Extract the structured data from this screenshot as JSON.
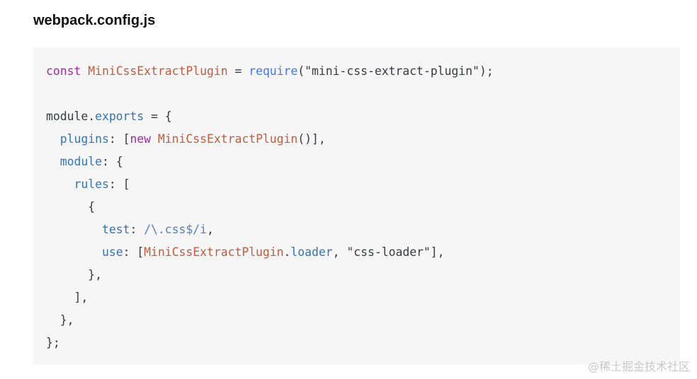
{
  "file_title": "webpack.config.js",
  "colors": {
    "code_background": "#f6f6f6",
    "keyword": "#a626a4",
    "constant": "#c45c3c",
    "function": "#4078f2",
    "property": "#2f74c0",
    "string": "#50a14f",
    "plain": "#383a42"
  },
  "code_lines": [
    [
      {
        "t": "const",
        "k": "keyword"
      },
      {
        "t": " ",
        "k": "plain"
      },
      {
        "t": "MiniCssExtractPlugin",
        "k": "const"
      },
      {
        "t": " = ",
        "k": "plain"
      },
      {
        "t": "require",
        "k": "func"
      },
      {
        "t": "(\"mini-css-extract-plugin\");",
        "k": "plain"
      }
    ],
    [],
    [
      {
        "t": "module.",
        "k": "plain"
      },
      {
        "t": "exports",
        "k": "prop"
      },
      {
        "t": " = {",
        "k": "plain"
      }
    ],
    [
      {
        "t": "  ",
        "k": "plain"
      },
      {
        "t": "plugins",
        "k": "prop"
      },
      {
        "t": ": [",
        "k": "plain"
      },
      {
        "t": "new",
        "k": "keyword"
      },
      {
        "t": " ",
        "k": "plain"
      },
      {
        "t": "MiniCssExtractPlugin",
        "k": "const"
      },
      {
        "t": "()],",
        "k": "plain"
      }
    ],
    [
      {
        "t": "  ",
        "k": "plain"
      },
      {
        "t": "module",
        "k": "prop"
      },
      {
        "t": ": {",
        "k": "plain"
      }
    ],
    [
      {
        "t": "    ",
        "k": "plain"
      },
      {
        "t": "rules",
        "k": "prop"
      },
      {
        "t": ": [",
        "k": "plain"
      }
    ],
    [
      {
        "t": "      {",
        "k": "plain"
      }
    ],
    [
      {
        "t": "        ",
        "k": "plain"
      },
      {
        "t": "test",
        "k": "prop"
      },
      {
        "t": ": ",
        "k": "plain"
      },
      {
        "t": "/\\.css$/i",
        "k": "regex"
      },
      {
        "t": ",",
        "k": "plain"
      }
    ],
    [
      {
        "t": "        ",
        "k": "plain"
      },
      {
        "t": "use",
        "k": "prop"
      },
      {
        "t": ": [",
        "k": "plain"
      },
      {
        "t": "MiniCssExtractPlugin",
        "k": "const"
      },
      {
        "t": ".",
        "k": "plain"
      },
      {
        "t": "loader",
        "k": "prop"
      },
      {
        "t": ", \"css-loader\"],",
        "k": "plain"
      }
    ],
    [
      {
        "t": "      },",
        "k": "plain"
      }
    ],
    [
      {
        "t": "    ],",
        "k": "plain"
      }
    ],
    [
      {
        "t": "  },",
        "k": "plain"
      }
    ],
    [
      {
        "t": "};",
        "k": "plain"
      }
    ]
  ],
  "watermark": "@稀土掘金技术社区"
}
